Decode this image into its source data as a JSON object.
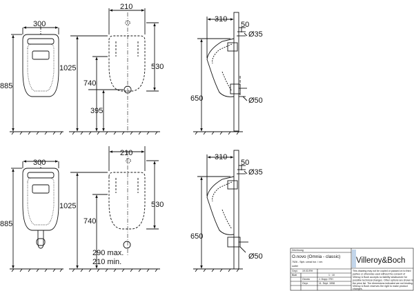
{
  "dimensions": {
    "top_front_width": "300",
    "top_front_height": "885",
    "top_side_width": "210",
    "top_side_height": "1025",
    "top_side_upper": "530",
    "top_side_mid": "740",
    "top_side_low": "395",
    "top_profile_depth": "310",
    "top_profile_small": "50",
    "top_profile_inlet": "Ø35",
    "top_profile_height": "650",
    "top_profile_outlet": "Ø50",
    "bot_front_width": "300",
    "bot_front_height": "885",
    "bot_side_width": "210",
    "bot_side_height": "1025",
    "bot_side_upper": "530",
    "bot_side_mid": "740",
    "bot_side_max": "290 max.",
    "bot_side_min": "210 min.",
    "bot_profile_depth": "310",
    "bot_profile_small": "50",
    "bot_profile_inlet": "Ø35",
    "bot_profile_height": "650",
    "bot_profile_outlet": "Ø50"
  },
  "title_block": {
    "header": "Zeichnung",
    "product_title": "O.novo (Omnia - classic)",
    "product_code_line": "7526 - Siph. urinal hor. / ver.",
    "product_outlet": "outlet",
    "date_label": "Gepl.",
    "date_value": "19.03.RH",
    "scale": "1 : 10",
    "drawn_label": "Gezeic",
    "drawn_value": "J. Dopp / RH",
    "checked_label": "Gepr.",
    "checked_value": "11. Sept. 1998",
    "sheet_label": "Blatt",
    "disclaimer_1": "This drawing may not be copied or passed on to third",
    "disclaimer_2": "parties or otherwise used without the consent of",
    "disclaimer_3": "Villeroy & Boch accepts no liability whatsoever for",
    "disclaimer_4": "possible technical changes. Other options are shown in",
    "disclaimer_5": "the price list. The dimensions indicated are not binding.",
    "disclaimer_6": "Villeroy & Boch reserves the right to make product",
    "disclaimer_7": "changes.",
    "brand": "Villeroy&Boch"
  },
  "colors": {
    "line": "#111111",
    "brand_blue": "#8fb3d9",
    "brand_grey": "#9a9a9a"
  }
}
